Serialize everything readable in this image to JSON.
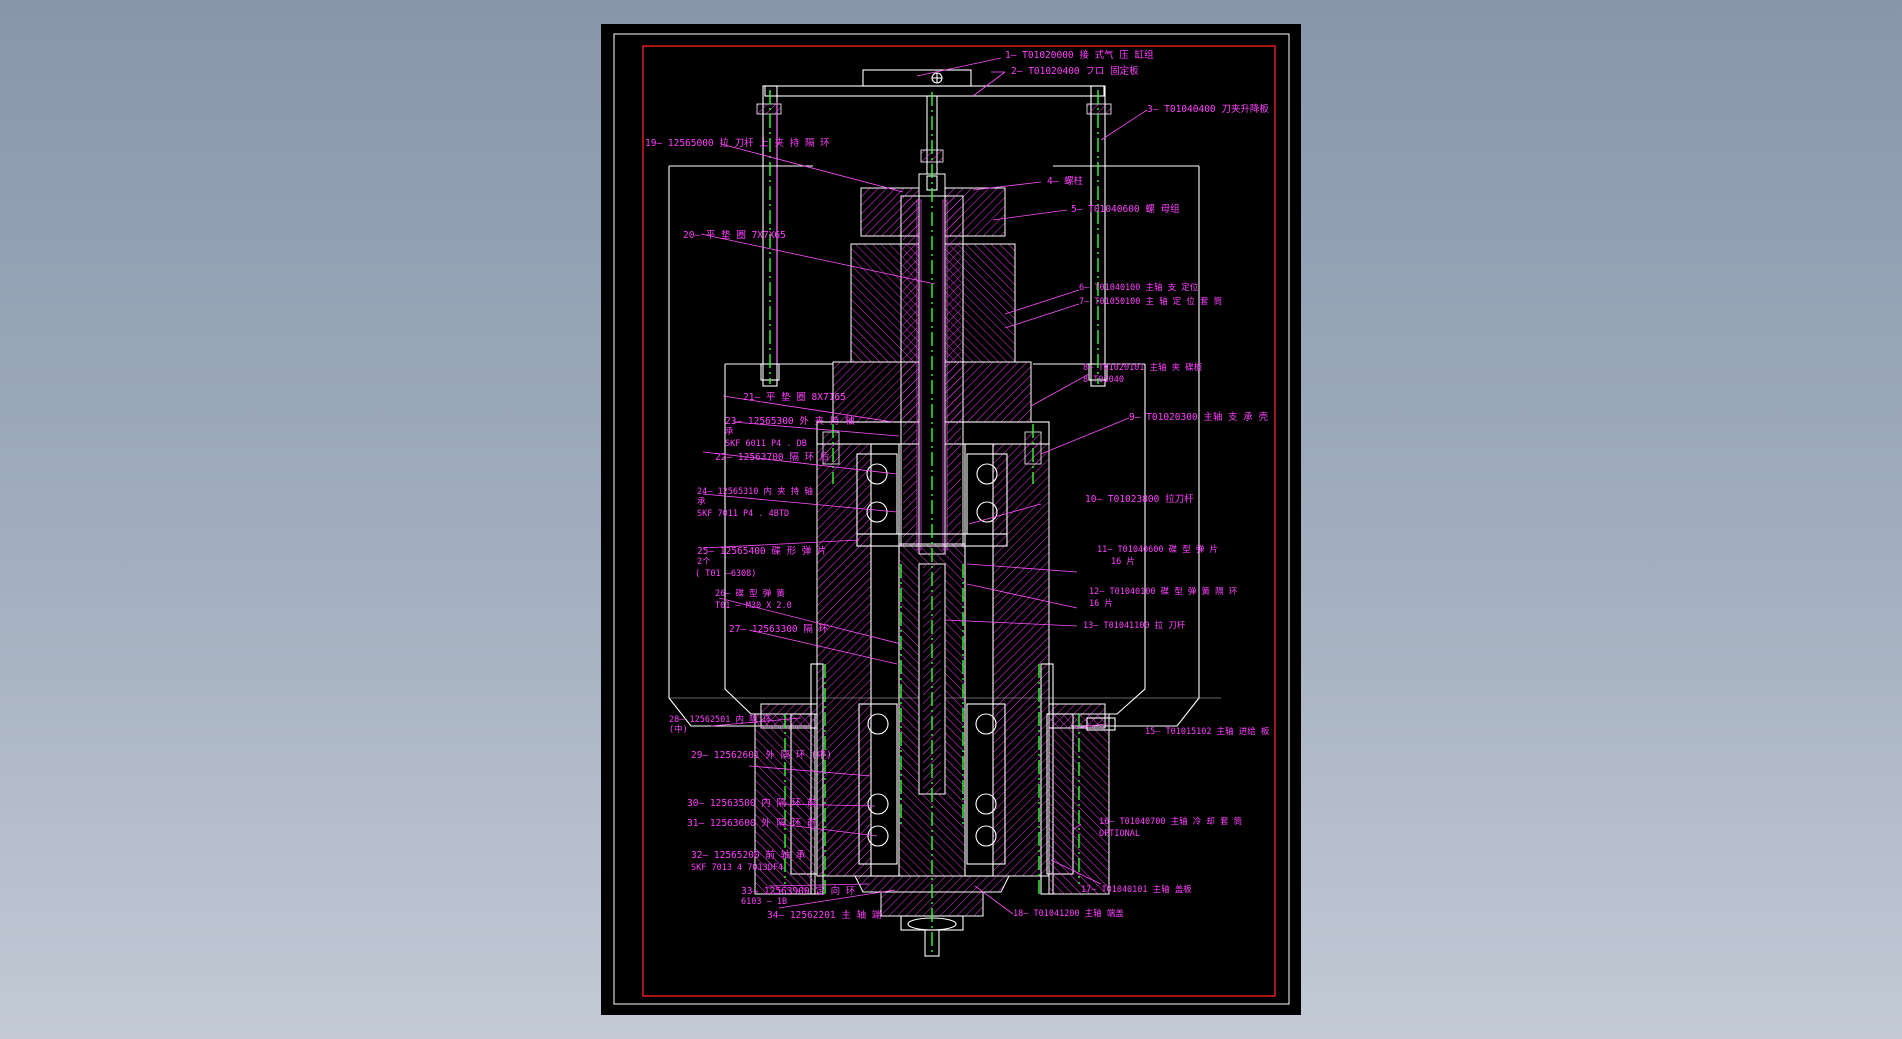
{
  "colors": {
    "background_top": "#8796ab",
    "background_bottom": "#c3cad6",
    "sheet": "#000000",
    "inner_frame": "#ff2020",
    "outlines": "#ffffff",
    "hatching": "#ff40ff",
    "centerlines": "#31ff31",
    "labels": "#ff40ff"
  },
  "callouts": [
    {
      "id": "c1",
      "text": "1— T01020000 接 式气 压 缸组"
    },
    {
      "id": "c2",
      "text": "2— T01020400 フロ 固定板"
    },
    {
      "id": "c3",
      "text": "3— T01040400 刀夹升降板"
    },
    {
      "id": "c4",
      "text": "4— 螺柱"
    },
    {
      "id": "c5",
      "text": "5— T01040600 螺 母组"
    },
    {
      "id": "c6",
      "text": "6— T01040100 主轴 支 定位"
    },
    {
      "id": "c7",
      "text": "7— T01050100 主 轴 定 位 套 筒"
    },
    {
      "id": "c8a",
      "text": "8— T01020101 主轴 夹 碟板"
    },
    {
      "id": "c8b",
      "text": "8 T01040"
    },
    {
      "id": "c9",
      "text": "9— T01020300 主轴 支 承 壳"
    },
    {
      "id": "c10",
      "text": "10— T01023800 拉刀杆"
    },
    {
      "id": "c11a",
      "text": "11— T01040600 碟 型 弹 片"
    },
    {
      "id": "c11b",
      "text": "16 片"
    },
    {
      "id": "c12a",
      "text": "12— T01040100 碟 型 弹 簧 隔 环"
    },
    {
      "id": "c12b",
      "text": "16 片"
    },
    {
      "id": "c13",
      "text": "13— T01041100 拉 刀杆"
    },
    {
      "id": "c15",
      "text": "15— T01015102 主轴 进给 板"
    },
    {
      "id": "c16a",
      "text": "16— T01040700 主轴 冷 却 套 筒"
    },
    {
      "id": "c16b",
      "text": "OPTIONAL"
    },
    {
      "id": "c17",
      "text": "17— T01040101 主轴 盖板"
    },
    {
      "id": "c18",
      "text": "18— T01041200 主轴 端盖"
    },
    {
      "id": "c19",
      "text": "19— 12565000 拉 刀杆 上 夹 持 隔 环"
    },
    {
      "id": "c20",
      "text": "20— 平 垫 圈  7X7X65"
    },
    {
      "id": "c21",
      "text": "21— 平 垫 圈  8X7165"
    },
    {
      "id": "c23a",
      "text": "23— 12565300 外 夹 持 轴"
    },
    {
      "id": "c23b",
      "text": "承"
    },
    {
      "id": "c23c",
      "text": "SKF 6011  P4 . DB"
    },
    {
      "id": "c22",
      "text": "22— 12563700 隔 环 后"
    },
    {
      "id": "c24a",
      "text": "24— 12565310 内 夹 持 轴"
    },
    {
      "id": "c24b",
      "text": "承"
    },
    {
      "id": "c24c",
      "text": "SKF 7011  P4 . 4BTD"
    },
    {
      "id": "c25a",
      "text": "25— 12565400 碟 形 弹 片"
    },
    {
      "id": "c25b",
      "text": "2个"
    },
    {
      "id": "c25c",
      "text": "( T01 —6308)"
    },
    {
      "id": "c26a",
      "text": "26— 碟 型 弹 簧"
    },
    {
      "id": "c26b",
      "text": "T01 — M30 X 2.0"
    },
    {
      "id": "c27",
      "text": "27— 12563300 隔 环"
    },
    {
      "id": "c28a",
      "text": "28— 12562501 内 隔 环"
    },
    {
      "id": "c28b",
      "text": "(中)"
    },
    {
      "id": "c29",
      "text": "29— 12562601 外 隔 环 (中)"
    },
    {
      "id": "c30",
      "text": "30— 12563500 内 隔 环 前"
    },
    {
      "id": "c31",
      "text": "31— 12563600 外 隔 环 前"
    },
    {
      "id": "c32a",
      "text": "32— 12565200 前 轴 承"
    },
    {
      "id": "c32b",
      "text": "SKF 7013 4  7013DF4"
    },
    {
      "id": "c33a",
      "text": "33— 12563900 定 向 环"
    },
    {
      "id": "c33b",
      "text": "6103 — 1B"
    },
    {
      "id": "c34",
      "text": "34— 12562201 主 轴 端"
    }
  ]
}
